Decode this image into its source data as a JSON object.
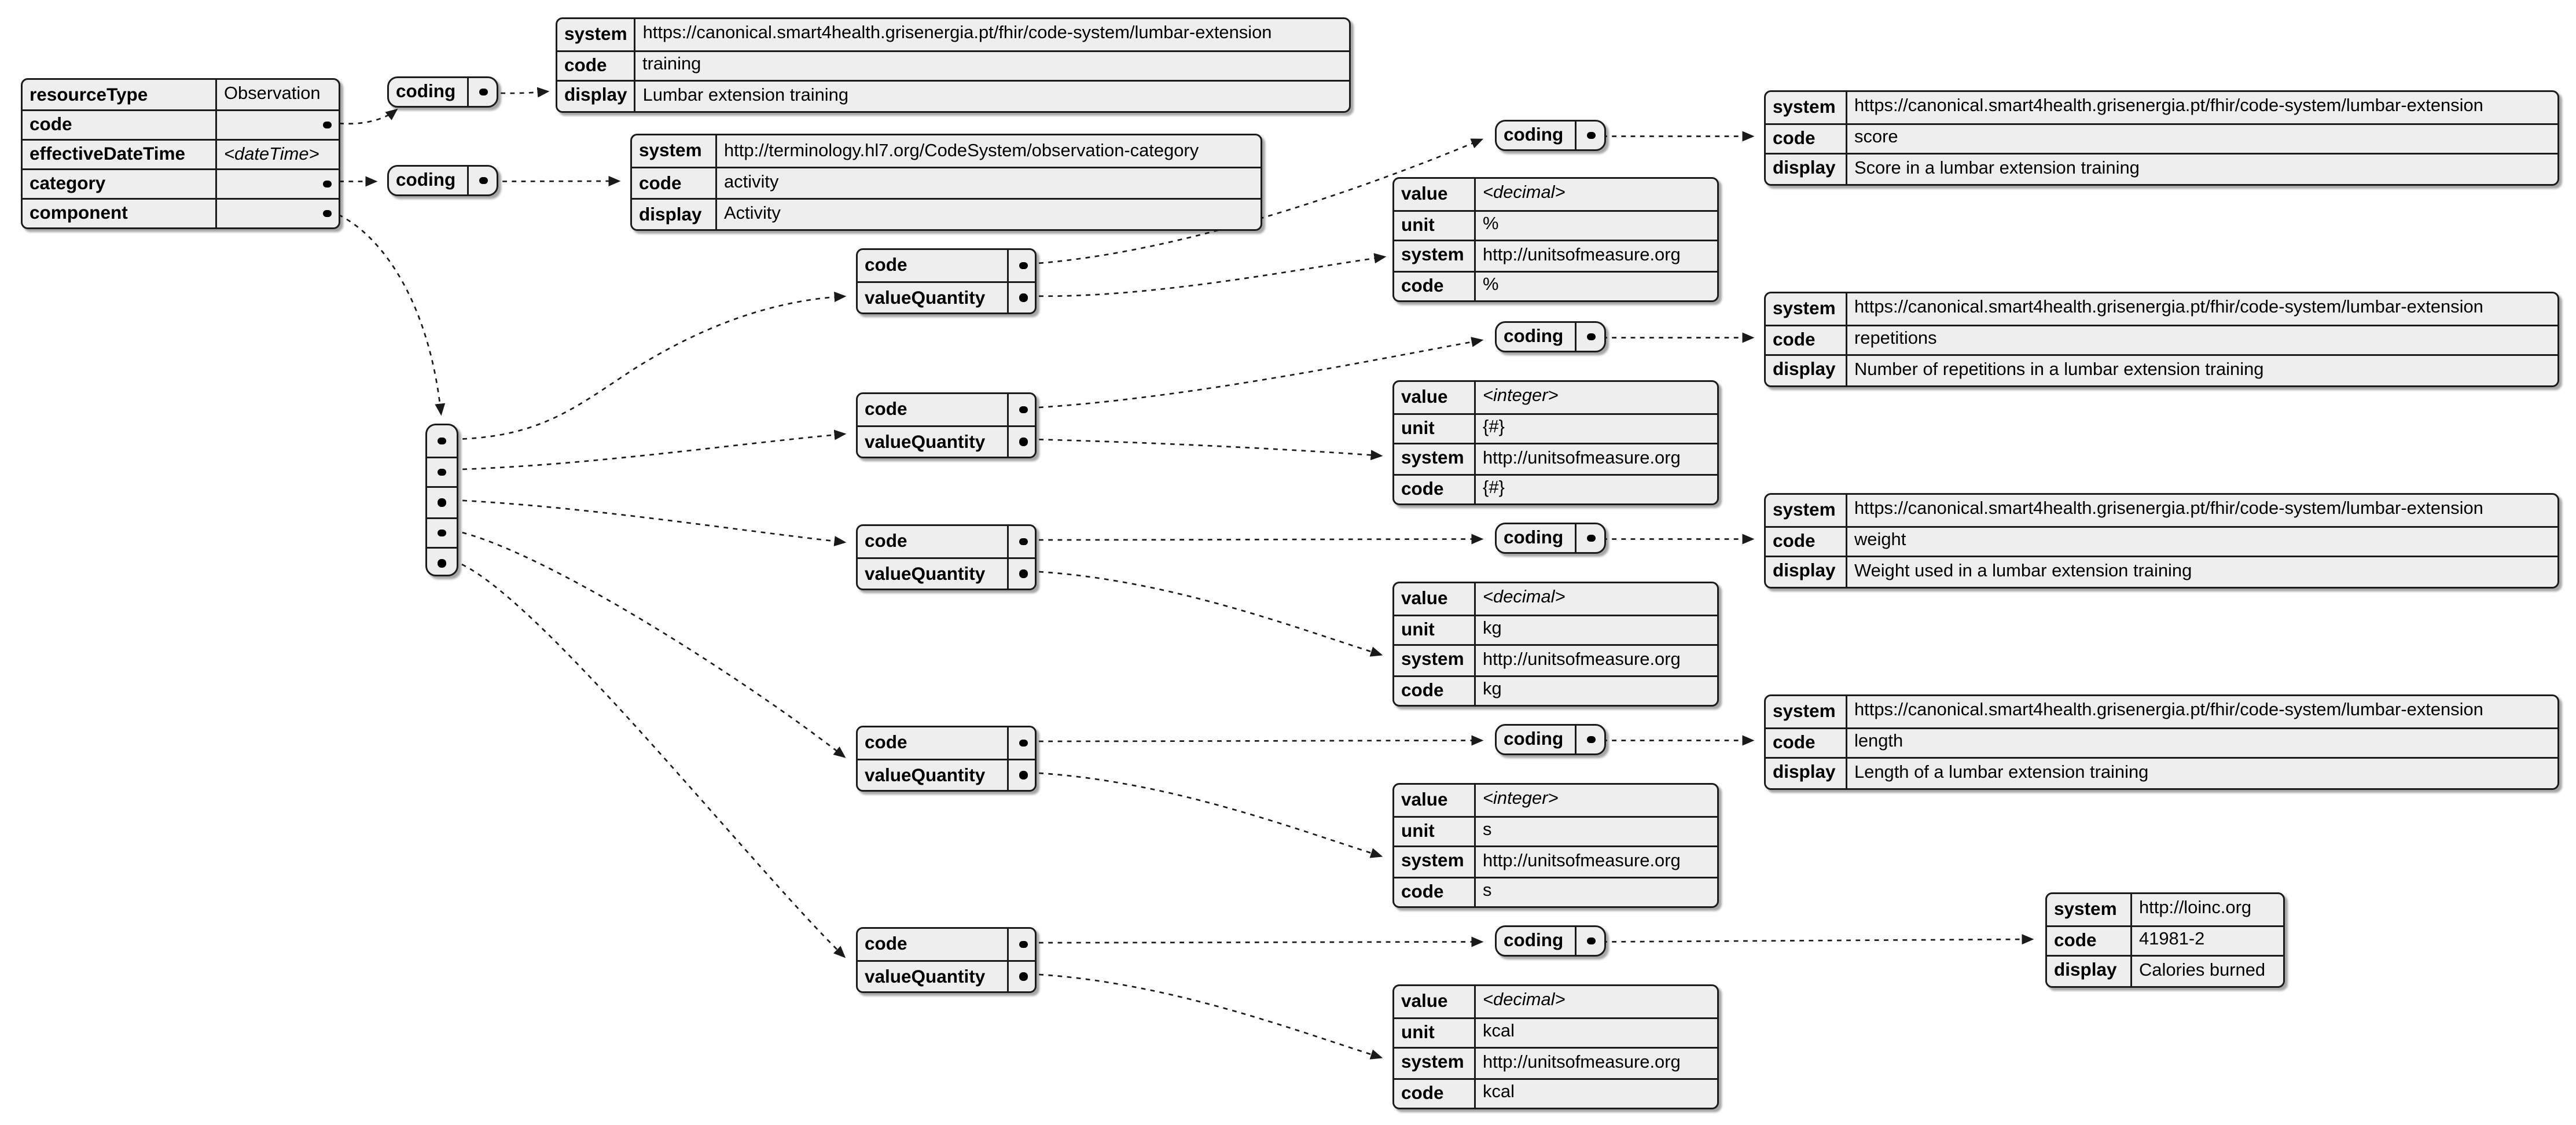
{
  "colors": {
    "box_fill": "#eeeeee",
    "box_border": "#1b1b1b",
    "text": "#000000",
    "background": "#ffffff"
  },
  "labels": {
    "system": "system",
    "code": "code",
    "display": "display",
    "value": "value",
    "unit": "unit",
    "valueQuantity": "valueQuantity",
    "coding": "coding"
  },
  "diagram": {
    "observation": {
      "rows": [
        {
          "label": "resourceType",
          "value": "Observation"
        },
        {
          "label": "code",
          "value": ""
        },
        {
          "label": "effectiveDateTime",
          "value": "<dateTime>"
        },
        {
          "label": "category",
          "value": ""
        },
        {
          "label": "component",
          "value": ""
        }
      ]
    },
    "code_coding_table": {
      "system": "https://canonical.smart4health.grisenergia.pt/fhir/code-system/lumbar-extension",
      "code": "training",
      "display": "Lumbar extension training"
    },
    "category_coding_table": {
      "system": "http://terminology.hl7.org/CodeSystem/observation-category",
      "code": "activity",
      "display": "Activity"
    },
    "components": [
      {
        "name": "score",
        "coding": {
          "system": "https://canonical.smart4health.grisenergia.pt/fhir/code-system/lumbar-extension",
          "code": "score",
          "display": "Score in a lumbar extension training"
        },
        "quantity": {
          "value": "<decimal>",
          "unit": "%",
          "system": "http://unitsofmeasure.org",
          "code": "%"
        }
      },
      {
        "name": "repetitions",
        "coding": {
          "system": "https://canonical.smart4health.grisenergia.pt/fhir/code-system/lumbar-extension",
          "code": "repetitions",
          "display": "Number of repetitions in a lumbar extension training"
        },
        "quantity": {
          "value": "<integer>",
          "unit": "{#}",
          "system": "http://unitsofmeasure.org",
          "code": "{#}"
        }
      },
      {
        "name": "weight",
        "coding": {
          "system": "https://canonical.smart4health.grisenergia.pt/fhir/code-system/lumbar-extension",
          "code": "weight",
          "display": "Weight used in a lumbar extension training"
        },
        "quantity": {
          "value": "<decimal>",
          "unit": "kg",
          "system": "http://unitsofmeasure.org",
          "code": "kg"
        }
      },
      {
        "name": "length",
        "coding": {
          "system": "https://canonical.smart4health.grisenergia.pt/fhir/code-system/lumbar-extension",
          "code": "length",
          "display": "Length of a lumbar extension training"
        },
        "quantity": {
          "value": "<integer>",
          "unit": "s",
          "system": "http://unitsofmeasure.org",
          "code": "s"
        }
      },
      {
        "name": "calories-burned",
        "coding": {
          "system": "http://loinc.org",
          "code": "41981-2",
          "display": "Calories burned"
        },
        "quantity": {
          "value": "<decimal>",
          "unit": "kcal",
          "system": "http://unitsofmeasure.org",
          "code": "kcal"
        }
      }
    ]
  }
}
